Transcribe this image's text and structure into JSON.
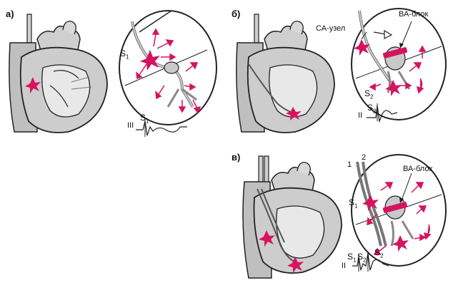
{
  "panels": [
    {
      "letter": "а)",
      "stimulus": "S",
      "stimulus_sub": "1",
      "ecg_lead": "III",
      "ecg_stimulus": "S",
      "ecg_stimulus_sub": "1"
    },
    {
      "letter": "б)",
      "sa_node": "СА-узел",
      "va_block": "ВА-блок",
      "stimulus": "S",
      "stimulus_sub": "2",
      "ecg_lead": "II",
      "ecg_stimulus": "S",
      "ecg_stimulus_sub": "2"
    },
    {
      "letter": "в)",
      "va_block": "ВА-блок",
      "catheter_1": "1",
      "catheter_2": "2",
      "stimulus_1": "S",
      "stimulus_1_sub": "1",
      "stimulus_2": "S",
      "stimulus_2_sub": "2",
      "ecg_lead": "II",
      "ecg_s1": "S",
      "ecg_s1_sub": "1",
      "ecg_s2": "S",
      "ecg_s2_sub": "2"
    }
  ],
  "colors": {
    "excitation": "#d6135f",
    "tissue": "#c9c9c9",
    "outline": "#222222",
    "shadow": "#8f8f8f"
  }
}
